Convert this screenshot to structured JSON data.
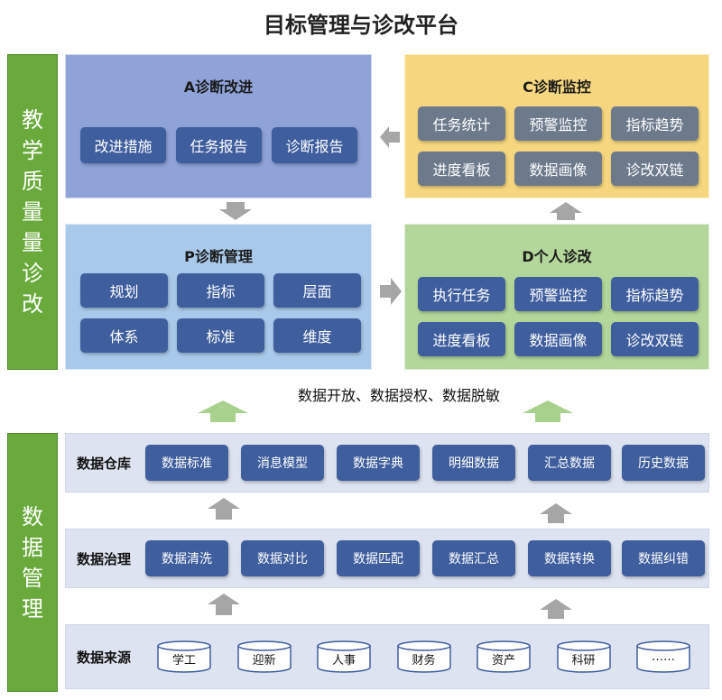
{
  "title": "目标管理与诊改平台",
  "left_labels": {
    "top": "教学质量量诊改",
    "bottom": "数据管理"
  },
  "panels": {
    "a": {
      "title": "A诊断改进",
      "items": [
        "改进措施",
        "任务报告",
        "诊断报告"
      ]
    },
    "c": {
      "title": "C诊断监控",
      "items": [
        "任务统计",
        "预警监控",
        "指标趋势",
        "进度看板",
        "数据画像",
        "诊改双链"
      ]
    },
    "p": {
      "title": "P诊断管理",
      "items": [
        "规划",
        "指标",
        "层面",
        "体系",
        "标准",
        "维度"
      ]
    },
    "d": {
      "title": "D个人诊改",
      "items": [
        "执行任务",
        "预警监控",
        "指标趋势",
        "进度看板",
        "数据画像",
        "诊改双链"
      ]
    }
  },
  "data_caption": "数据开放、数据授权、数据脱敏",
  "warehouse": {
    "label": "数据仓库",
    "items": [
      "数据标准",
      "消息模型",
      "数据字典",
      "明细数据",
      "汇总数据",
      "历史数据"
    ]
  },
  "governance": {
    "label": "数据治理",
    "items": [
      "数据清洗",
      "数据对比",
      "数据匹配",
      "数据汇总",
      "数据转换",
      "数据纠错"
    ]
  },
  "sources": {
    "label": "数据来源",
    "items": [
      "学工",
      "迎新",
      "人事",
      "财务",
      "资产",
      "科研",
      "……"
    ]
  },
  "colors": {
    "panel_a": "#8fa3d9",
    "panel_c": "#f6d77f",
    "panel_p": "#a9c9ea",
    "panel_d": "#b3d79a",
    "sidebar": "#6aaa3c",
    "button_blue": "#3f5e9e",
    "button_gray": "#6c7a8c",
    "band": "#dde3f0",
    "arrow_gray": "#a6a6a6",
    "arrow_green": "#a9d18e"
  }
}
